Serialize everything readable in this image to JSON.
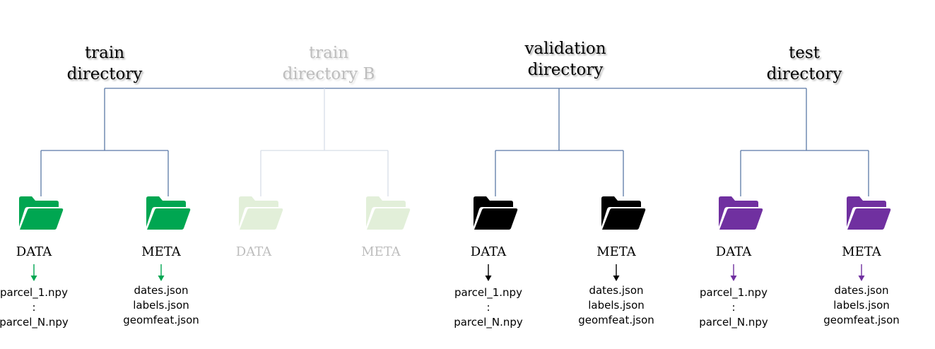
{
  "colors": {
    "line": "#5b78a6",
    "line_faded": "#d7dde8",
    "train": "#00a651",
    "train_b": "#e2efd9",
    "validation": "#000000",
    "test": "#7030a0",
    "faded_text": "#bdbdbd"
  },
  "directories": [
    {
      "id": "train",
      "title_line1": "train",
      "title_line2": "directory",
      "color": "#00a651",
      "faded": false,
      "data": {
        "label": "DATA",
        "files": [
          "parcel_1.npy",
          ":",
          "parcel_N.npy"
        ]
      },
      "meta": {
        "label": "META",
        "files": [
          "dates.json",
          "labels.json",
          "geomfeat.json"
        ]
      }
    },
    {
      "id": "train-b",
      "title_line1": "train",
      "title_line2": "directory B",
      "color": "#e2efd9",
      "faded": true,
      "data": {
        "label": "DATA",
        "files": []
      },
      "meta": {
        "label": "META",
        "files": []
      }
    },
    {
      "id": "validation",
      "title_line1": "validation",
      "title_line2": "directory",
      "color": "#000000",
      "faded": false,
      "data": {
        "label": "DATA",
        "files": [
          "parcel_1.npy",
          ":",
          "parcel_N.npy"
        ]
      },
      "meta": {
        "label": "META",
        "files": [
          "dates.json",
          "labels.json",
          "geomfeat.json"
        ]
      }
    },
    {
      "id": "test",
      "title_line1": "test",
      "title_line2": "directory",
      "color": "#7030a0",
      "faded": false,
      "data": {
        "label": "DATA",
        "files": [
          "parcel_1.npy",
          ":",
          "parcel_N.npy"
        ]
      },
      "meta": {
        "label": "META",
        "files": [
          "dates.json",
          "labels.json",
          "geomfeat.json"
        ]
      }
    }
  ]
}
